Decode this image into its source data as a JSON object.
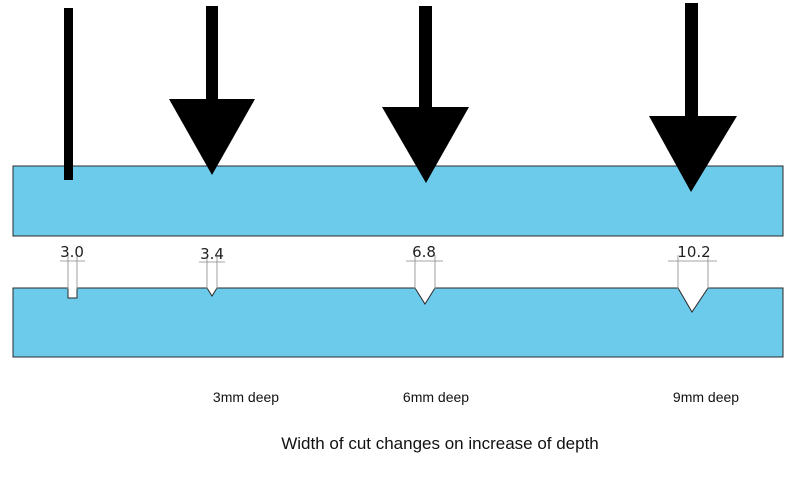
{
  "colors": {
    "board": "#6ccbeb",
    "board_outline": "#2a2a2a",
    "tool": "#000000",
    "cut": "#ffffff",
    "dimension_line": "#888888"
  },
  "tools": [
    {
      "kind": "straight-bit-icon"
    },
    {
      "kind": "v-bit-arrow-icon"
    },
    {
      "kind": "v-bit-arrow-icon"
    },
    {
      "kind": "v-bit-arrow-icon"
    }
  ],
  "cuts": [
    {
      "profile": "square",
      "width_label": "3.0",
      "width_mm": 3.0,
      "depth_label": ""
    },
    {
      "profile": "v",
      "width_label": "3.4",
      "width_mm": 3.4,
      "depth_label": "3mm deep",
      "depth_mm": 3
    },
    {
      "profile": "v",
      "width_label": "6.8",
      "width_mm": 6.8,
      "depth_label": "6mm deep",
      "depth_mm": 6
    },
    {
      "profile": "v",
      "width_label": "10.2",
      "width_mm": 10.2,
      "depth_label": "9mm deep",
      "depth_mm": 9
    }
  ],
  "caption": "Width of cut changes on increase of depth"
}
